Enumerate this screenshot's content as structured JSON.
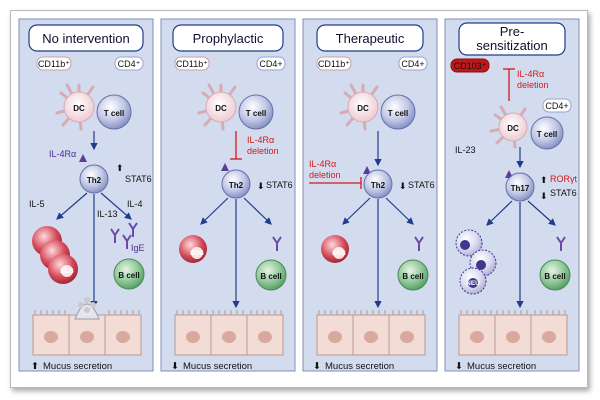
{
  "panels": [
    {
      "title": [
        "No intervention"
      ],
      "dc_marker": "CD11b⁺",
      "t_marker": "CD4⁺",
      "dc": "DC",
      "tcell": "T cell",
      "receptor": "IL-4Rα",
      "th": "Th2",
      "th_label": "STAT6",
      "cytokines": [
        "IL-5",
        "IL-13",
        "IL-4"
      ],
      "granulocyte": "EOS",
      "antibody": "IgE",
      "bcell": "B cell",
      "footer": "Mucus secretion"
    },
    {
      "title": [
        "Prophylactic"
      ],
      "dc_marker": "CD11b⁺",
      "t_marker": "CD4+",
      "dc": "DC",
      "tcell": "T cell",
      "deletion": [
        "IL-4Rα",
        "deletion"
      ],
      "th": "Th2",
      "th_label": "STAT6",
      "granulocyte": "EOS",
      "bcell": "B cell",
      "footer": "Mucus secretion"
    },
    {
      "title": [
        "Therapeutic"
      ],
      "dc_marker": "CD11b⁺",
      "t_marker": "CD4+",
      "dc": "DC",
      "tcell": "T cell",
      "deletion": [
        "IL-4Rα",
        "deletion"
      ],
      "th": "Th2",
      "th_label": "STAT6",
      "granulocyte": "EOS",
      "bcell": "B cell",
      "footer": "Mucus secretion"
    },
    {
      "title": [
        "Pre-",
        "sensitization"
      ],
      "dc_marker": "CD103⁺",
      "t_marker": "CD4+",
      "dc": "DC",
      "tcell": "T cell",
      "deletion": [
        "IL-4Rα",
        "deletion"
      ],
      "cytokine": "IL-23",
      "th": "Th17",
      "th_labels": [
        "RORγt",
        "STAT6"
      ],
      "granulocyte": "NEU",
      "bcell": "B cell",
      "footer": "Mucus secretion"
    }
  ],
  "colors": {
    "panel_bg": "#d3dcef",
    "title_border": "#1f3d8c",
    "arrow": "#1f3d8c",
    "inhibition": "#d11a1a",
    "eos": "#c8303e",
    "neu": "#3e3790",
    "bcell": "#7cb987",
    "tcell": "#9ea7cf",
    "dc": "#f1d7dc",
    "epithelium": "#f3dcd5"
  }
}
